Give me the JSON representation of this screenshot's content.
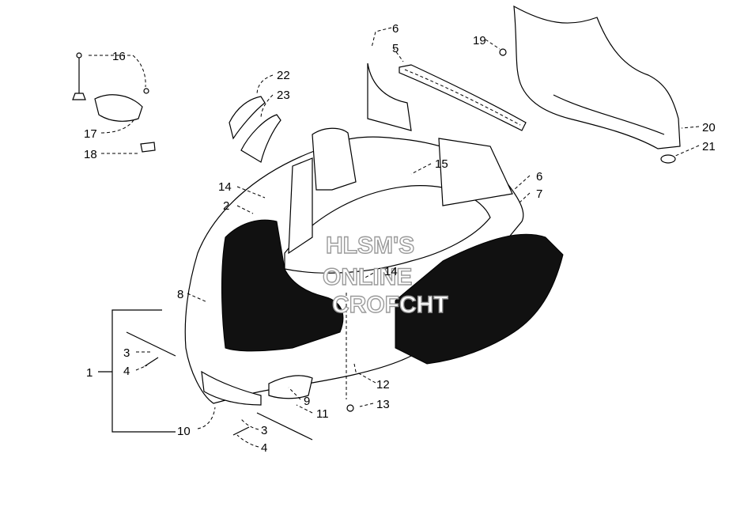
{
  "watermark": {
    "lines": [
      "HLSM'S",
      "ONLINE",
      "CROFCHT"
    ]
  },
  "callouts": [
    {
      "id": "c1",
      "text": "1"
    },
    {
      "id": "c2",
      "text": "2"
    },
    {
      "id": "c3a",
      "text": "3"
    },
    {
      "id": "c3b",
      "text": "3"
    },
    {
      "id": "c4a",
      "text": "4"
    },
    {
      "id": "c4b",
      "text": "4"
    },
    {
      "id": "c5",
      "text": "5"
    },
    {
      "id": "c6a",
      "text": "6"
    },
    {
      "id": "c6b",
      "text": "6"
    },
    {
      "id": "c7",
      "text": "7"
    },
    {
      "id": "c8",
      "text": "8"
    },
    {
      "id": "c9",
      "text": "9"
    },
    {
      "id": "c10",
      "text": "10"
    },
    {
      "id": "c11",
      "text": "11"
    },
    {
      "id": "c12",
      "text": "12"
    },
    {
      "id": "c13",
      "text": "13"
    },
    {
      "id": "c14a",
      "text": "14"
    },
    {
      "id": "c14b",
      "text": "14"
    },
    {
      "id": "c15",
      "text": "15"
    },
    {
      "id": "c16",
      "text": "16"
    },
    {
      "id": "c17",
      "text": "17"
    },
    {
      "id": "c18",
      "text": "18"
    },
    {
      "id": "c19",
      "text": "19"
    },
    {
      "id": "c20",
      "text": "20"
    },
    {
      "id": "c21",
      "text": "21"
    },
    {
      "id": "c22",
      "text": "22"
    },
    {
      "id": "c23",
      "text": "23"
    }
  ]
}
